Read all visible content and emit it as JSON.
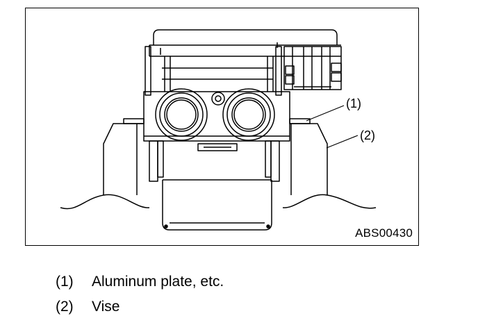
{
  "figure": {
    "code": "ABS00430",
    "callouts": [
      {
        "id": "1",
        "label": "(1)"
      },
      {
        "id": "2",
        "label": "(2)"
      }
    ]
  },
  "legend": [
    {
      "number": "(1)",
      "text": "Aluminum plate, etc."
    },
    {
      "number": "(2)",
      "text": "Vise"
    }
  ]
}
